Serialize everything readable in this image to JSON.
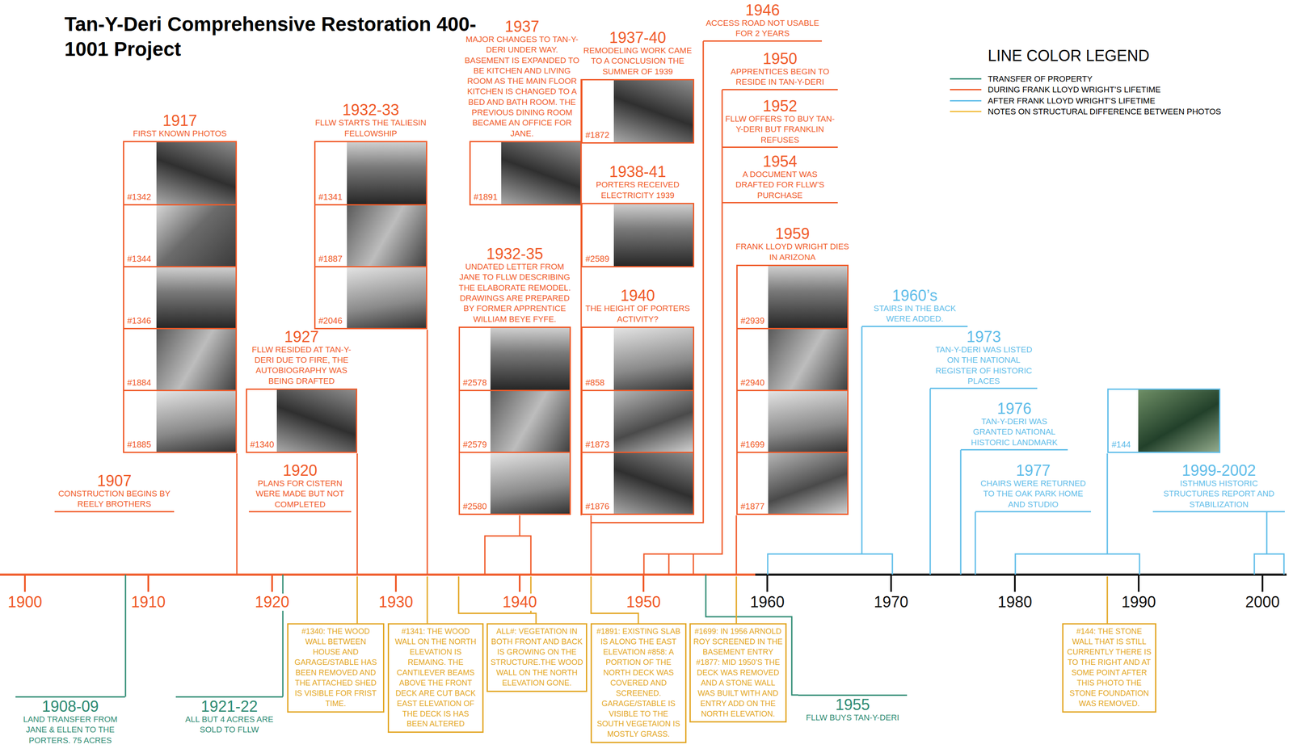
{
  "diagram": {
    "title": "Tan-Y-Deri Comprehensive Restoration 400-1001 Project",
    "nodes": [
      {
        "text": [
          "1917",
          "FIRST KNOWN PHOTOS"
        ]
      },
      {
        "text": [
          "#1342"
        ],
        "in": 0
      },
      {
        "text": [
          "#1344"
        ],
        "in": 0
      },
      {
        "text": [
          "#1346"
        ],
        "in": 0
      },
      {
        "text": [
          "#1884"
        ],
        "in": 0
      },
      {
        "text": [
          "#1885"
        ],
        "in": 0
      },
      {
        "text": [
          "1927",
          "FLLW RESIDED AT TAN-Y-DERI DUE TO FIRE, THE AUTOBIOGRAPHY WAS BEING DRAFTED"
        ]
      },
      {
        "text": [
          "#1340"
        ],
        "in": 6
      },
      {
        "text": [
          "1932-33",
          "FLLW STARTS THE TALIESIN FELLOWSHIP"
        ]
      },
      {
        "text": [
          "#1341"
        ],
        "in": 8
      },
      {
        "text": [
          "#1887"
        ],
        "in": 8
      },
      {
        "text": [
          "#2046"
        ],
        "in": 8
      },
      {
        "text": [
          "1937",
          "MAJOR CHANGES TO TAN-Y-DERI UNDER WAY. BASEMENT IS EXPANDED TO BE KITCHEN AND LIVING ROOM AS THE MAIN FLOOR KITCHEN IS CHANGED TO A BED AND BATH ROOM. THE PREVIOUS DINING ROOM BECAME AN OFFICE FOR JANE."
        ]
      },
      {
        "text": [
          "#1891"
        ],
        "in": 12
      },
      {
        "text": [
          "1932-35",
          "UNDATED LETTER FROM JANE TO FLLW DESCRIBING THE ELABORATE REMODEL. DRAWINGS ARE PREPARED BY FORMER APPRENTICE WILLIAM BEYE FYFE."
        ]
      },
      {
        "text": [
          "#2578"
        ],
        "in": 14
      },
      {
        "text": [
          "#2579"
        ],
        "in": 14
      },
      {
        "text": [
          "#2580"
        ],
        "in": 14
      },
      {
        "text": [
          "1937-40",
          "REMODELING WORK CAME TO A CONCLUSION THE SUMMER OF 1939"
        ]
      },
      {
        "text": [
          "#1872"
        ],
        "in": 18
      },
      {
        "text": [
          "1938-41",
          "PORTERS RECEIVED ELECTRICITY 1939"
        ]
      },
      {
        "text": [
          "#2589"
        ],
        "in": 20
      },
      {
        "text": [
          "1940",
          "THE HEIGHT OF PORTERS ACTIVITY?"
        ]
      },
      {
        "text": [
          "#858"
        ],
        "in": 22
      },
      {
        "text": [
          "#1873"
        ],
        "in": 22
      },
      {
        "text": [
          "#1876"
        ],
        "in": 22
      },
      {
        "text": [
          "1959",
          "FRANK LLOYD WRIGHT DIES IN ARIZONA"
        ]
      },
      {
        "text": [
          "#2939"
        ],
        "in": 26
      },
      {
        "text": [
          "#2940"
        ],
        "in": 26
      },
      {
        "text": [
          "#1699"
        ],
        "in": 26
      },
      {
        "text": [
          "#1877"
        ],
        "in": 26
      },
      {
        "text": [
          "#144"
        ]
      },
      {
        "text": [
          "#1340: THE WOOD WALL BETWEEN HOUSE AND GARAGE/STABLE HAS BEEN REMOVED AND THE ATTACHED SHED IS VISIBLE FOR FRIST TIME."
        ]
      },
      {
        "text": [
          "#1341: THE WOOD WALL ON THE NORTH ELEVATION IS REMAING. THE CANTILEVER BEAMS ABOVE THE FRONT DECK ARE CUT BACK EAST ELEVATION OF THE DECK IS HAS BEEN ALTERED"
        ]
      },
      {
        "text": [
          "ALL#: VEGETATION IN BOTH FRONT AND BACK IS GROWING ON THE STRUCTURE.THE WOOD WALL ON THE NORTH ELEVATION GONE."
        ]
      },
      {
        "text": [
          "#1891: EXISTING SLAB IS ALONG THE EAST ELEVATION #858: A PORTION OF THE NORTH DECK WAS COVERED AND SCREENED. GARAGE/STABLE IS VISIBLE TO THE SOUTH VEGETAION IS MOSTLY GRASS."
        ]
      },
      {
        "text": [
          "#1699: IN 1956 ARNOLD ROY SCREENED IN THE BASEMENT ENTRY #1877: MID 1950’S THE DECK WAS REMOVED AND A STONE WALL WAS BUILT WITH AND ENTRY ADD ON THE NORTH ELEVATION."
        ]
      },
      {
        "text": [
          "#144: THE STONE WALL THAT IS STILL CURRENTLY THERE IS TO THE RIGHT AND AT SOME POINT AFTER THIS PHOTO THE STONE FOUNDATION WAS REMOVED."
        ]
      }
    ],
    "labels": [
      "LINE COLOR LEGEND",
      "1907",
      "CONSTRUCTION BEGINS BY REELY BROTHERS",
      "1920",
      "PLANS FOR CISTERN WERE MADE BUT NOT COMPLETED",
      "1946",
      "ACCESS ROAD NOT USABLE FOR 2 YEARS",
      "1950",
      "APPRENTICES BEGIN TO RESIDE IN TAN-Y-DERI",
      "1952",
      "FLLW OFFERS TO BUY TAN-Y-DERI BUT FRANKLIN REFUSES",
      "1954",
      "A DOCUMENT WAS DRAFTED FOR FLLW’S PURCHASE",
      "1960’s",
      "STAIRS IN THE BACK WERE ADDED.",
      "1973",
      "TAN-Y-DERI WAS LISTED ON THE NATIONAL REGISTER OF HISTORIC PLACES",
      "1976",
      "TAN-Y-DERI WAS GRANTED NATIONAL HISTORIC LANDMARK",
      "1977",
      "CHAIRS WERE RETURNED TO THE OAK PARK HOME AND STUDIO",
      "1999-2002",
      "ISTHMUS HISTORIC STRUCTURES REPORT AND STABILIZATION",
      "1908-09",
      "LAND TRANSFER FROM JANE & ELLEN TO THE PORTERS. 75 ACRES",
      "1921-22",
      "ALL BUT 4 ACRES ARE SOLD TO FLLW",
      "1955",
      "FLLW BUYS TAN-Y-DERI",
      "1900",
      "1910",
      "1920",
      "1930",
      "1940",
      "1950",
      "1960",
      "1970",
      "1980",
      "1990",
      "2000"
    ],
    "legend": [
      {
        "text": "TRANSFER OF PROPERTY",
        "color": "#2e8b73"
      },
      {
        "text": "DURING FRANK LLOYD WRIGHT’S LIFETIME",
        "color": "#f05a28"
      },
      {
        "text": "AFTER FRANK LLOYD WRIGHT’S LIFETIME",
        "color": "#5fbde9"
      },
      {
        "text": "NOTES ON STRUCTURAL DIFFERENCE BETWEEN PHOTOS",
        "color": "#f2bd3c"
      }
    ]
  }
}
